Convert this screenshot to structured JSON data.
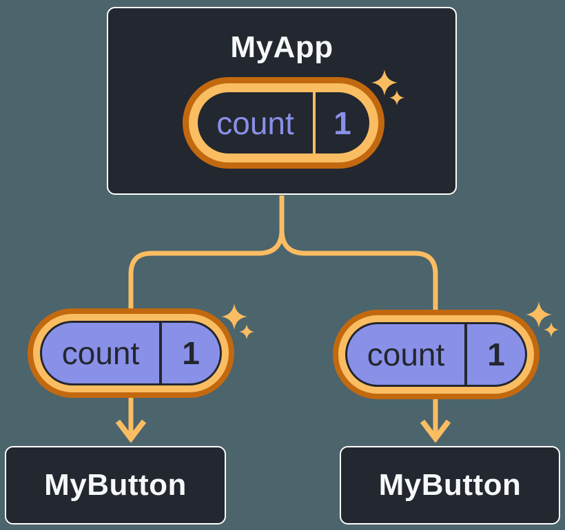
{
  "diagram": {
    "root": {
      "label": "MyApp",
      "state": {
        "name": "count",
        "value": "1"
      }
    },
    "children": [
      {
        "label": "MyButton",
        "prop": {
          "name": "count",
          "value": "1"
        }
      },
      {
        "label": "MyButton",
        "prop": {
          "name": "count",
          "value": "1"
        }
      }
    ],
    "edges": [
      {
        "from": "MyApp",
        "to": "MyButton (left)"
      },
      {
        "from": "MyApp",
        "to": "MyButton (right)"
      }
    ]
  },
  "colors": {
    "bg": "#4C646C",
    "card_bg": "#23272F",
    "card_border": "#FFFFFF",
    "text_light": "#F6F7F9",
    "purple": "#8990E8",
    "orange_light": "#FABD62",
    "orange_dark": "#C2690F"
  }
}
